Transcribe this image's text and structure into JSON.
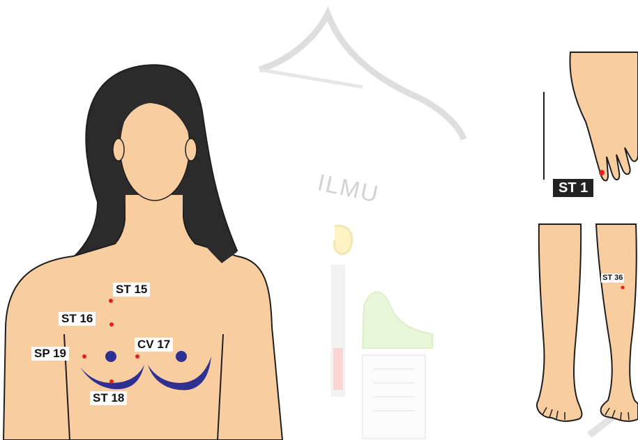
{
  "colors": {
    "skin": "#f8cda0",
    "hair": "#2b2b2b",
    "outline": "#1e1e1e",
    "point": "#e5201a",
    "breast": "#2e3192",
    "watermark": "#dcdcdc"
  },
  "watermark": {
    "text": "ILMU"
  },
  "torso_figure": {
    "points": [
      {
        "id": "st15",
        "label": "ST 15"
      },
      {
        "id": "st16",
        "label": "ST 16"
      },
      {
        "id": "sp19",
        "label": "SP 19"
      },
      {
        "id": "cv17",
        "label": "CV 17"
      },
      {
        "id": "st18",
        "label": "ST 18"
      }
    ]
  },
  "hand_figure": {
    "point": {
      "id": "st1",
      "label": "ST 1"
    }
  },
  "legs_figure": {
    "point": {
      "id": "st36",
      "label": "ST 36"
    }
  }
}
